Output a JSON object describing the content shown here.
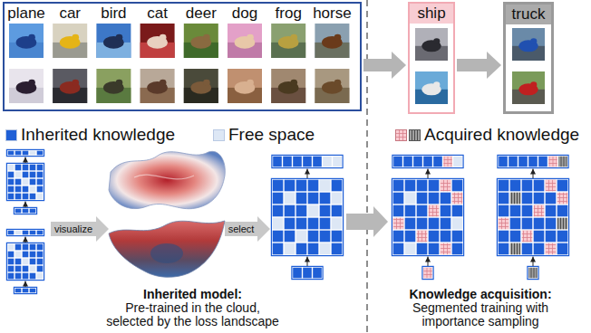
{
  "diagram": {
    "nodes": [
      {
        "text": [
          "plane",
          "car",
          "bird",
          "cat",
          "deer",
          "dog",
          "frog",
          "horse"
        ]
      },
      {
        "text": [
          "ship"
        ]
      },
      {
        "text": [
          "truck"
        ]
      }
    ],
    "edges": [
      {
        "from": 0,
        "to": 1,
        "arrow": "to"
      },
      {
        "from": 1,
        "to": 2,
        "arrow": "to"
      }
    ],
    "labels": [
      "visualize",
      "select",
      "Inherited model:",
      "Pre-trained in the cloud, selected by the loss landscape",
      "Knowledge acquisition:",
      "Segmented training with importance sampling"
    ],
    "legend": [
      {
        "text": "Inherited knowledge",
        "color": "#1f5fd6"
      },
      {
        "text": "Free space",
        "color": "#dde7f5"
      },
      {
        "text": "Acquired knowledge"
      }
    ]
  }
}
